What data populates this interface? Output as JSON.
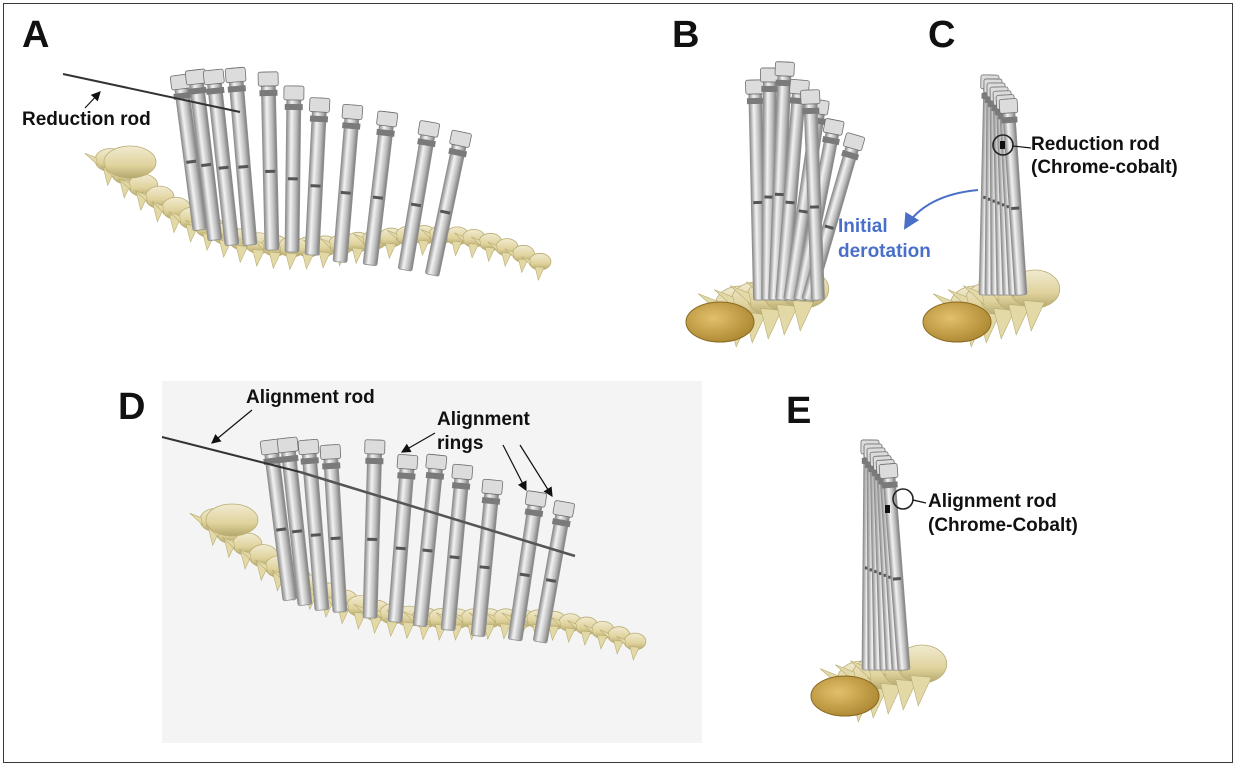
{
  "panels": {
    "a": {
      "letter": "A",
      "reduction_rod_label": "Reduction rod"
    },
    "b": {
      "letter": "B"
    },
    "c": {
      "letter": "C",
      "rod_label_line1": "Reduction rod",
      "rod_label_line2": "(Chrome-cobalt)",
      "derotation_line1": "Initial",
      "derotation_line2": "derotation"
    },
    "d": {
      "letter": "D",
      "alignment_rod_label": "Alignment rod",
      "alignment_rings_line1": "Alignment",
      "alignment_rings_line2": "rings"
    },
    "e": {
      "letter": "E",
      "rod_label_line1": "Alignment rod",
      "rod_label_line2": "(Chrome-Cobalt)"
    }
  },
  "colors": {
    "bone": "#e3d9a6",
    "bone_shadow": "#b9ad74",
    "instrument": "#c9c9c9",
    "instrument_dark": "#8f8f8f",
    "disc": "#c9a24a",
    "annotation_blue": "#4a6fc9",
    "frame": "#3a3a3a"
  }
}
